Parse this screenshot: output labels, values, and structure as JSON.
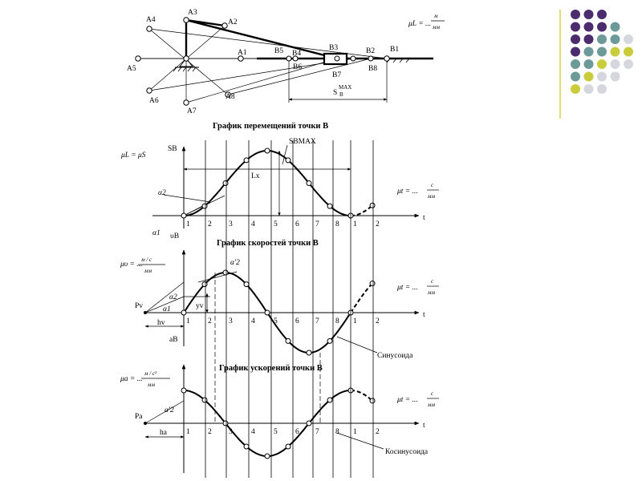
{
  "mechanism": {
    "scale": "μL = ...",
    "scale_num": "м",
    "scale_den": "мм",
    "points": {
      "A1": "A1",
      "A2": "A2",
      "A3": "A3",
      "A4": "A4",
      "A5": "A5",
      "A6": "A6",
      "A7": "A7",
      "A8": "A8",
      "B1": "B1",
      "B2": "B2",
      "B3": "B3",
      "B4": "B4",
      "B5": "B5",
      "B6": "B6",
      "B7": "B7",
      "B8": "B8"
    },
    "stroke_label": "S",
    "stroke_sub": "B",
    "stroke_sup": "MAX"
  },
  "displacement": {
    "title": "График перемещений точки В",
    "scale_left": "μL = μS",
    "axis_y": "SB",
    "stroke_label": "SBMAX",
    "period_label": "Lx",
    "alpha2": "α2",
    "alpha1": "α1",
    "t_scale": "μt = ...",
    "t_scale_num": "с",
    "t_scale_den": "мм",
    "t_axis": "t",
    "ticks": [
      "1",
      "2",
      "3",
      "4",
      "5",
      "6",
      "7",
      "8",
      "1",
      "2"
    ]
  },
  "velocity": {
    "title": "График скоростей точки В",
    "axis_y": "υB",
    "scale_left": "μυ = ...",
    "scale_num": "м / с",
    "scale_den": "мм",
    "pole": "Pv",
    "alpha2": "α2",
    "alpha2p": "α'2",
    "alpha1": "α1",
    "yv": "yv",
    "hv": "hv",
    "t_scale": "μt = ...",
    "t_scale_num": "с",
    "t_scale_den": "мм",
    "t_axis": "t",
    "ticks": [
      "1",
      "2",
      "3",
      "4",
      "5",
      "6",
      "7",
      "8",
      "1",
      "2"
    ],
    "curve_name": "Синусоида"
  },
  "acceleration": {
    "title": "График ускорений точки В",
    "axis_y": "aB",
    "scale_left": "μa = ...",
    "scale_num": "м / с²",
    "scale_den": "мм",
    "pole": "Pa",
    "alpha2p": "α'2",
    "ha": "ha",
    "t_scale": "μt = ...",
    "t_scale_num": "с",
    "t_scale_den": "мм",
    "t_axis": "t",
    "ticks": [
      "1",
      "2",
      "3",
      "4",
      "5",
      "6",
      "7",
      "8",
      "1",
      "2"
    ],
    "curve_name": "Косинусоида"
  },
  "decor": {
    "dot_colors": [
      "#4b2d6e",
      "#6c9a98",
      "#c9cd3c",
      "#d6d6de"
    ],
    "accent_line": "#d6d13a"
  }
}
